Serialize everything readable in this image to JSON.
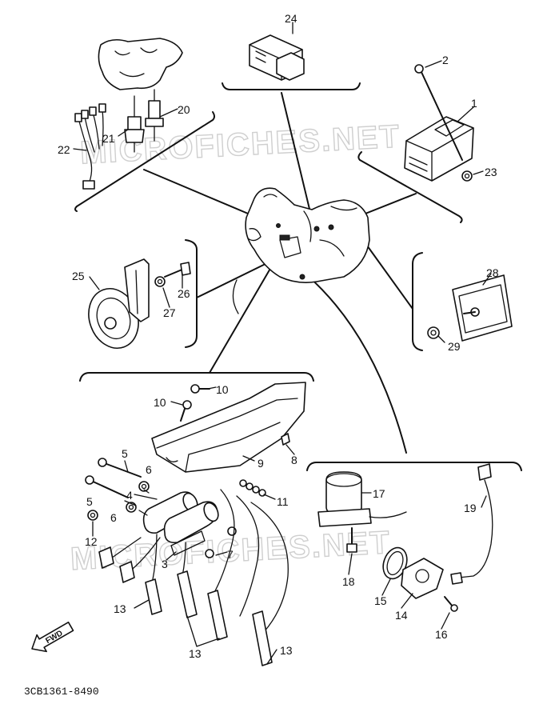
{
  "watermarks": [
    "MICROFICHES.NET",
    "MICROFICHES.NET"
  ],
  "diagram_code": "3CB1361-8490",
  "forward_label": "FWD",
  "callouts": [
    "1",
    "2",
    "3",
    "4",
    "5",
    "5",
    "6",
    "6",
    "7",
    "8",
    "9",
    "10",
    "10",
    "11",
    "12",
    "13",
    "13",
    "13",
    "14",
    "15",
    "16",
    "17",
    "18",
    "19",
    "20",
    "21",
    "22",
    "23",
    "24",
    "25",
    "26",
    "27",
    "28",
    "29"
  ]
}
